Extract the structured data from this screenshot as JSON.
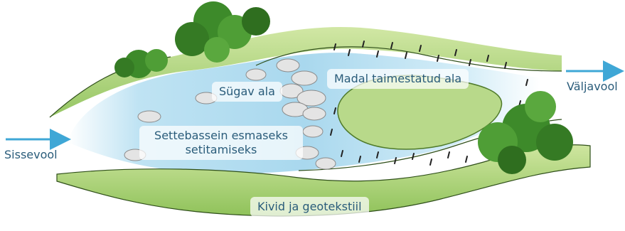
{
  "labels": {
    "inflow": "Sissevool",
    "outflow": "Väljavool",
    "deep_zone": "Sügav ala",
    "shallow_zone": "Madal taimestatud ala",
    "settling_line1": "Settebassein esmaseks",
    "settling_line2": "setitamiseks",
    "stones": "Kivid ja geotekstiil"
  },
  "colors": {
    "arrow": "#3fa7d6",
    "text": "#2a5c7a",
    "water": "#a9d8ee",
    "grass_light": "#b8d98a",
    "grass_dark": "#7fb24a",
    "tree": "#3d8a2a",
    "rock": "#e4e4e4"
  },
  "icons": [
    "inflow-arrow-icon",
    "outflow-arrow-icon",
    "tree-icon",
    "rock-icon",
    "reed-icon"
  ]
}
